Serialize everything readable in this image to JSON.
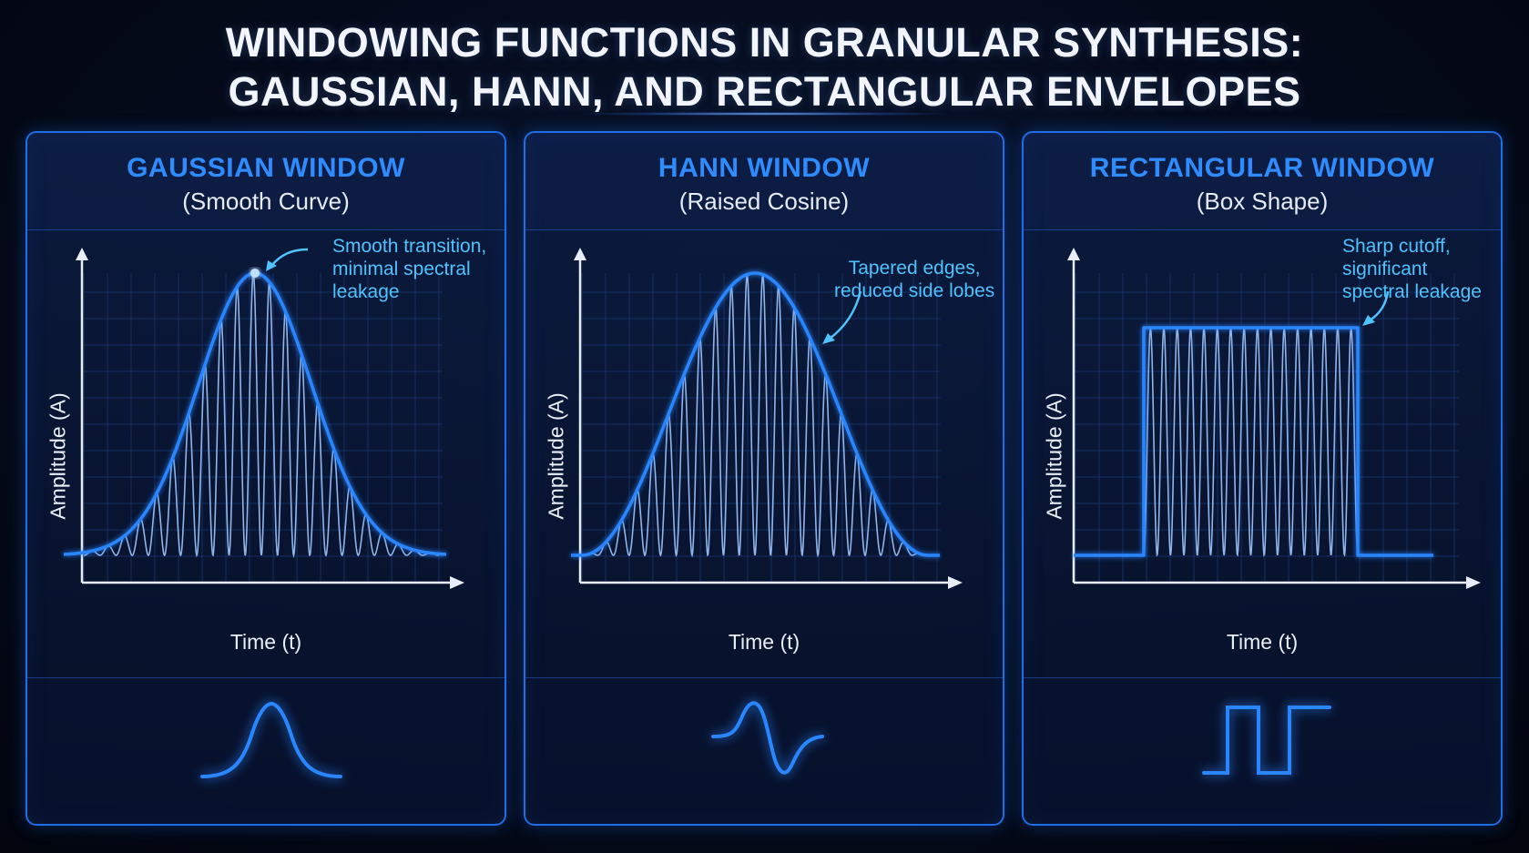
{
  "title": {
    "line1": "WINDOWING FUNCTIONS IN GRANULAR SYNTHESIS:",
    "line2": "GAUSSIAN, HANN, AND RECTANGULAR ENVELOPES"
  },
  "colors": {
    "accent": "#2f8cff",
    "annotation": "#4fc3ff",
    "envelope": "#2a86ff",
    "oscillation": "#9fc6ff",
    "grid": "#1a3a78"
  },
  "panels": [
    {
      "title": "GAUSSIAN WINDOW",
      "subtitle": "(Smooth Curve)",
      "ylabel": "Amplitude (A)",
      "xlabel": "Time (t)",
      "annotation": [
        "Smooth transition,",
        "minimal spectral",
        "leakage"
      ],
      "icon": "gaussian-bell-icon"
    },
    {
      "title": "HANN WINDOW",
      "subtitle": "(Raised Cosine)",
      "ylabel": "Amplitude (A)",
      "xlabel": "Time (t)",
      "annotation": [
        "Tapered edges,",
        "reduced side lobes"
      ],
      "icon": "wave-cycle-icon"
    },
    {
      "title": "RECTANGULAR WINDOW",
      "subtitle": "(Box Shape)",
      "ylabel": "Amplitude (A)",
      "xlabel": "Time (t)",
      "annotation": [
        "Sharp cutoff,",
        "significant",
        "spectral leakage"
      ],
      "icon": "square-pulse-icon"
    }
  ]
}
